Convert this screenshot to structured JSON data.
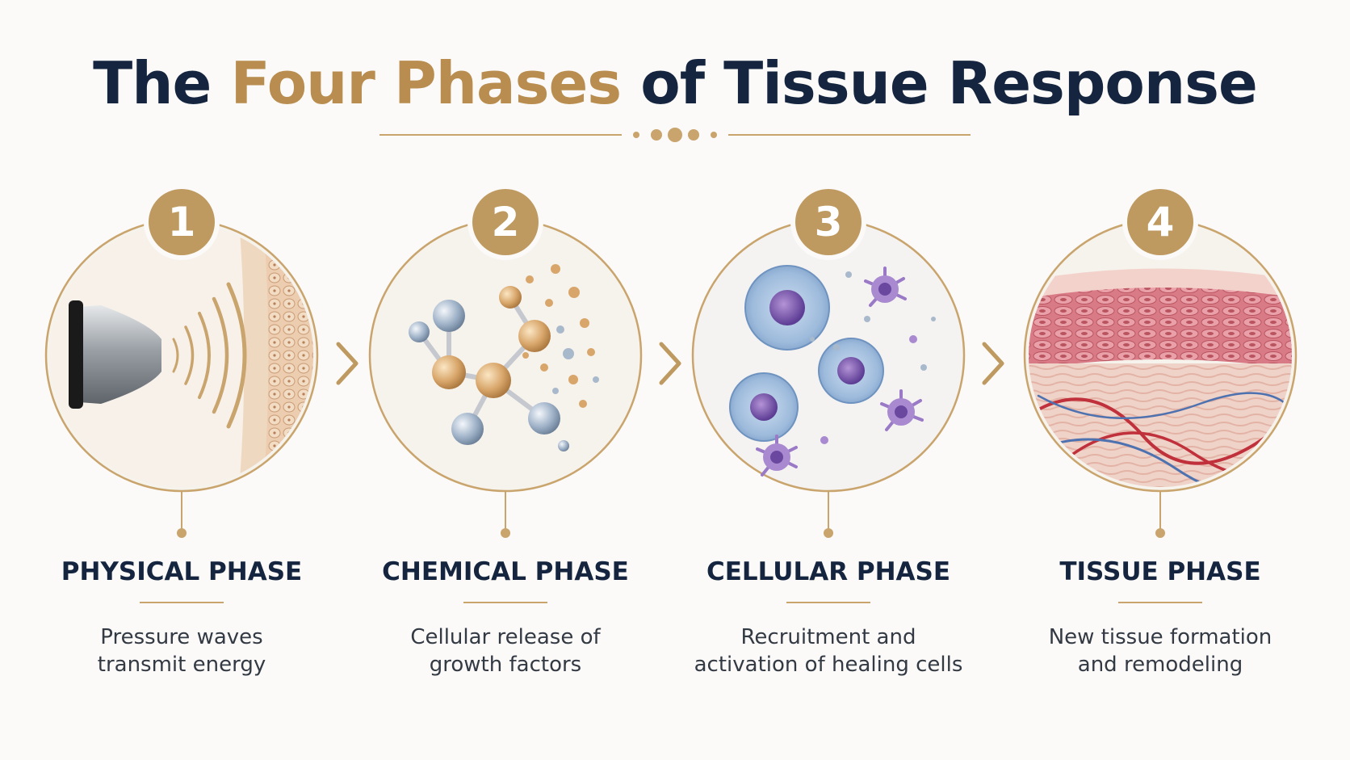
{
  "title": {
    "part1": "The",
    "part2": "Four Phases",
    "part3": "of Tissue Response"
  },
  "colors": {
    "navy": "#15253f",
    "gold": "#bf9a60",
    "gold_light": "#c9a46c"
  },
  "phases": [
    {
      "number": "1",
      "title": "PHYSICAL PHASE",
      "desc_line1": "Pressure waves",
      "desc_line2": "transmit energy",
      "illustration": "transducer-emitting-pressure-waves-into-skin"
    },
    {
      "number": "2",
      "title": "CHEMICAL PHASE",
      "desc_line1": "Cellular release of",
      "desc_line2": "growth factors",
      "illustration": "molecules-and-particles"
    },
    {
      "number": "3",
      "title": "CELLULAR PHASE",
      "desc_line1": "Recruitment and",
      "desc_line2": "activation of healing cells",
      "illustration": "healing-cells"
    },
    {
      "number": "4",
      "title": "TISSUE PHASE",
      "desc_line1": "New tissue formation",
      "desc_line2": "and remodeling",
      "illustration": "tissue-cross-section"
    }
  ]
}
